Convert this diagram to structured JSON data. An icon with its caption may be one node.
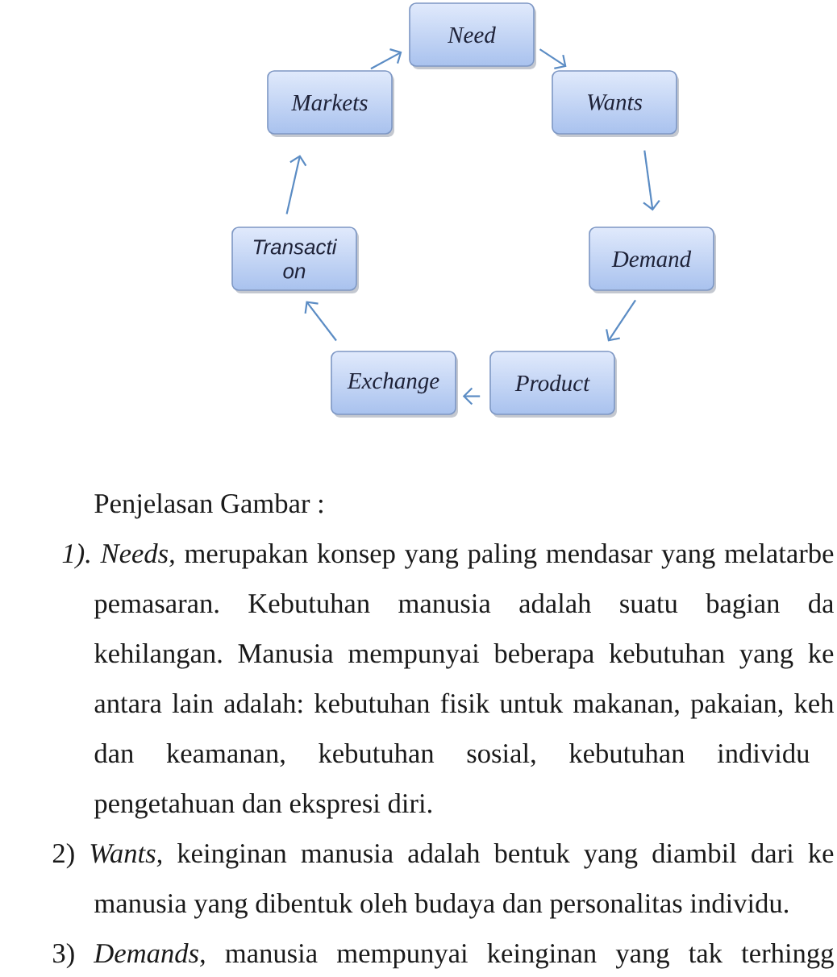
{
  "diagram": {
    "nodes": [
      {
        "text": [
          "Need"
        ]
      },
      {
        "text": [
          "Wants"
        ]
      },
      {
        "text": [
          "Demand"
        ]
      },
      {
        "text": [
          "Product"
        ]
      },
      {
        "text": [
          "Exchange"
        ]
      },
      {
        "text": [
          "Transacti on"
        ]
      },
      {
        "text": [
          "Markets"
        ]
      }
    ],
    "edges": [
      {
        "from": 0,
        "to": 1,
        "arrow": "to"
      },
      {
        "from": 1,
        "to": 2,
        "arrow": "to"
      },
      {
        "from": 2,
        "to": 3,
        "arrow": "to"
      },
      {
        "from": 3,
        "to": 4,
        "arrow": "to"
      },
      {
        "from": 4,
        "to": 5,
        "arrow": "to"
      },
      {
        "from": 5,
        "to": 6,
        "arrow": "to"
      },
      {
        "from": 6,
        "to": 0,
        "arrow": "to"
      }
    ],
    "labels": [
      "Penjelasan Gambar :",
      "*1). Needs,* merupakan konsep yang paling mendasar yang melatarbe",
      "pemasaran. Kebutuhan manusia adalah suatu bagian da",
      "kehilangan. Manusia mempunyai beberapa kebutuhan yang ke",
      "antara lain adalah: kebutuhan fisik untuk makanan, pakaian, keh",
      "dan keamanan, kebutuhan sosial, kebutuhan individu",
      "pengetahuan dan ekspresi diri.",
      "2) *Wants,* keinginan manusia adalah bentuk yang diambil dari ke",
      "manusia yang dibentuk oleh budaya dan personalitas individu.",
      "3) *Demands,* manusia mempunyai keinginan yang tak terhingg"
    ]
  }
}
